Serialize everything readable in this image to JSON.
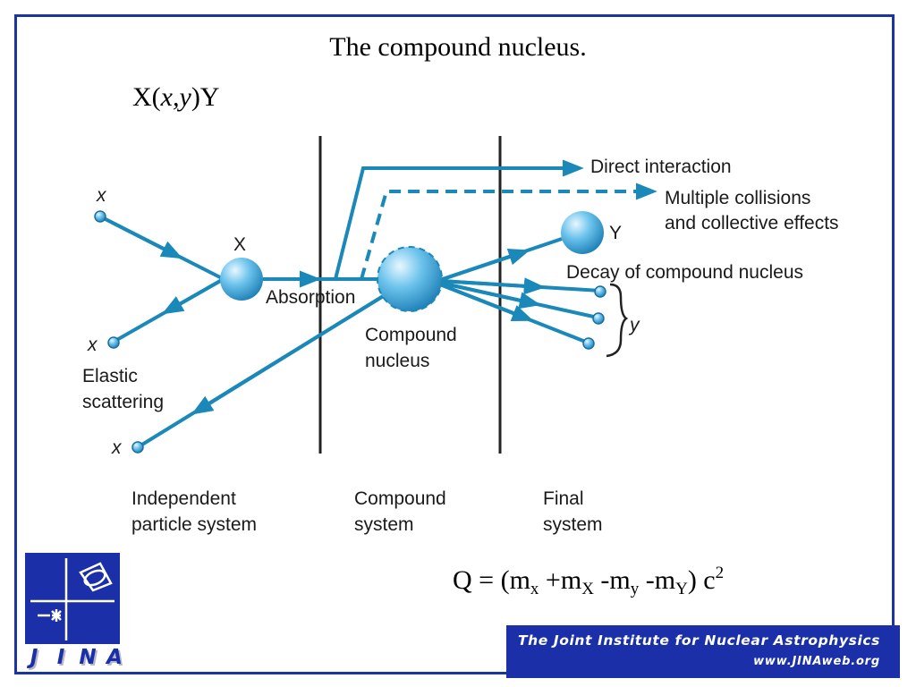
{
  "title": "The compound nucleus.",
  "reaction": {
    "X": "X(",
    "x": "x",
    "comma": ",",
    "y": "y",
    "Y": ")Y"
  },
  "labels": {
    "x_in": "x",
    "x_elastic": "x",
    "x_out": "x",
    "X": "X",
    "Y": "Y",
    "y_bracket": "y",
    "absorption": "Absorption",
    "elastic_1": "Elastic",
    "elastic_2": "scattering",
    "compound_1": "Compound",
    "compound_2": "nucleus",
    "direct": "Direct interaction",
    "multiple_1": "Multiple collisions",
    "multiple_2": "and collective effects",
    "decay": "Decay of compound nucleus"
  },
  "regions": [
    {
      "line1": "Independent",
      "line2": "particle system"
    },
    {
      "line1": "Compound",
      "line2": "system"
    },
    {
      "line1": "Final",
      "line2": "system"
    }
  ],
  "equation": {
    "q": "Q = (m",
    "s1": "x",
    "p2": " +m",
    "s2": "X",
    "p3": " -m",
    "s3": "y",
    "p4": " -m",
    "s4": "Y",
    "p5": ") c",
    "exp": "2"
  },
  "footer": {
    "name": "The Joint Institute for Nuclear Astrophysics",
    "url": "www.JINAweb.org"
  },
  "logo": {
    "letters": [
      "J",
      "I",
      "N",
      "A"
    ]
  },
  "colors": {
    "arrow": "#1a88b8",
    "sphere": "#4fb0e0",
    "frame": "#1a34a0",
    "footer": "#1a2fa8"
  }
}
